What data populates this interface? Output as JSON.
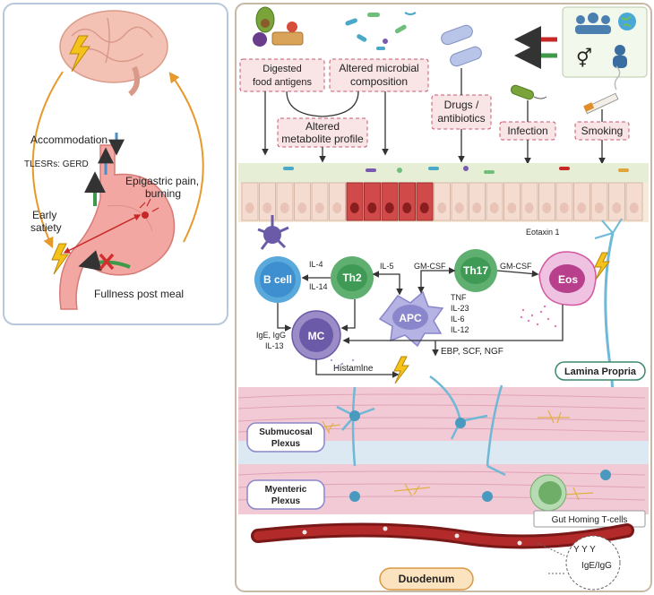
{
  "left_panel": {
    "accommodation": "Accommodation",
    "tlesrs": "TLESRs: GERD",
    "epigastric_line1": "Epigastric pain,",
    "epigastric_line2": "burning",
    "early_satiety_line1": "Early",
    "early_satiety_line2": "satiety",
    "fullness": "Fullness post meal"
  },
  "factors": {
    "digested_line1": "Digested",
    "digested_line2": "food antigens",
    "microbial_line1": "Altered microbial",
    "microbial_line2": "composition",
    "metabolite_line1": "Altered",
    "metabolite_line2": "metabolite profile",
    "drugs_line1": "Drugs /",
    "drugs_line2": "antibiotics",
    "infection": "Infection",
    "smoking": "Smoking"
  },
  "cells": {
    "bcell": "B cell",
    "th2": "Th2",
    "th17": "Th17",
    "eos": "Eos",
    "apc": "APC",
    "mc": "MC"
  },
  "cytokines": {
    "il4": "IL-4",
    "il14": "IL-14",
    "il5": "IL-5",
    "gmcsf_left": "GM-CSF",
    "gmcsf_right": "GM-CSF",
    "tnf": "TNF",
    "il23": "IL-23",
    "il6": "IL-6",
    "il12": "IL-12",
    "ige_igg_line1": "IgE, IgG",
    "il13": "IL-13",
    "ebp": "EBP, SCF, NGF",
    "histamine": "Histamine",
    "eotaxin": "Eotaxin 1"
  },
  "layers": {
    "lamina_propria": "Lamina Propria",
    "submucosal_line1": "Submucosal",
    "submucosal_line2": "Plexus",
    "myenteric_line1": "Myenteric",
    "myenteric_line2": "Plexus",
    "gut_homing": "Gut Homing T-cells",
    "ige_igg_zoom": "IgE/IgG",
    "duodenum": "Duodenum"
  },
  "colors": {
    "panel_border": "#c9b8a6",
    "left_border": "#b8c8dc",
    "mucosa_pink": "#f4c6d0",
    "bcell_blue": "#5aa9dd",
    "th_green": "#3f9a55",
    "eos_pink": "#d35aa0",
    "apc_purple": "#8a86cc",
    "mc_purple": "#6b5aa8",
    "neuron_blue": "#6fb8d6",
    "arrow_orange": "#e79a2c"
  }
}
